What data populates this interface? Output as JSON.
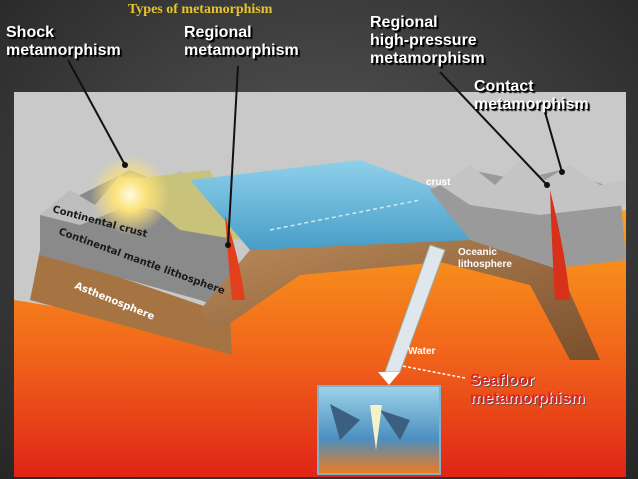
{
  "title": "Types of metamorphism",
  "labels": {
    "shock": [
      "Shock",
      "metamorphism"
    ],
    "regional": [
      "Regional",
      "metamorphism"
    ],
    "regional_hp": [
      "Regional",
      "high-pressure",
      "metamorphism"
    ],
    "contact": [
      "Contact",
      "metamorphism"
    ],
    "seafloor": [
      "Seafloor",
      "metamorphism"
    ]
  },
  "diagram_text": {
    "continental_crust": "Continental crust",
    "continental_mantle": "Continental mantle lithosphere",
    "asthenosphere": "Asthenosphere",
    "crust": "crust",
    "oceanic_1": "Oceanic",
    "oceanic_2": "lithosphere",
    "water": "Water"
  },
  "colors": {
    "title": "#e7c42c",
    "seafloor_label": "#e0221a",
    "ocean": "#6fb8d8",
    "magma": "#f2711a"
  }
}
